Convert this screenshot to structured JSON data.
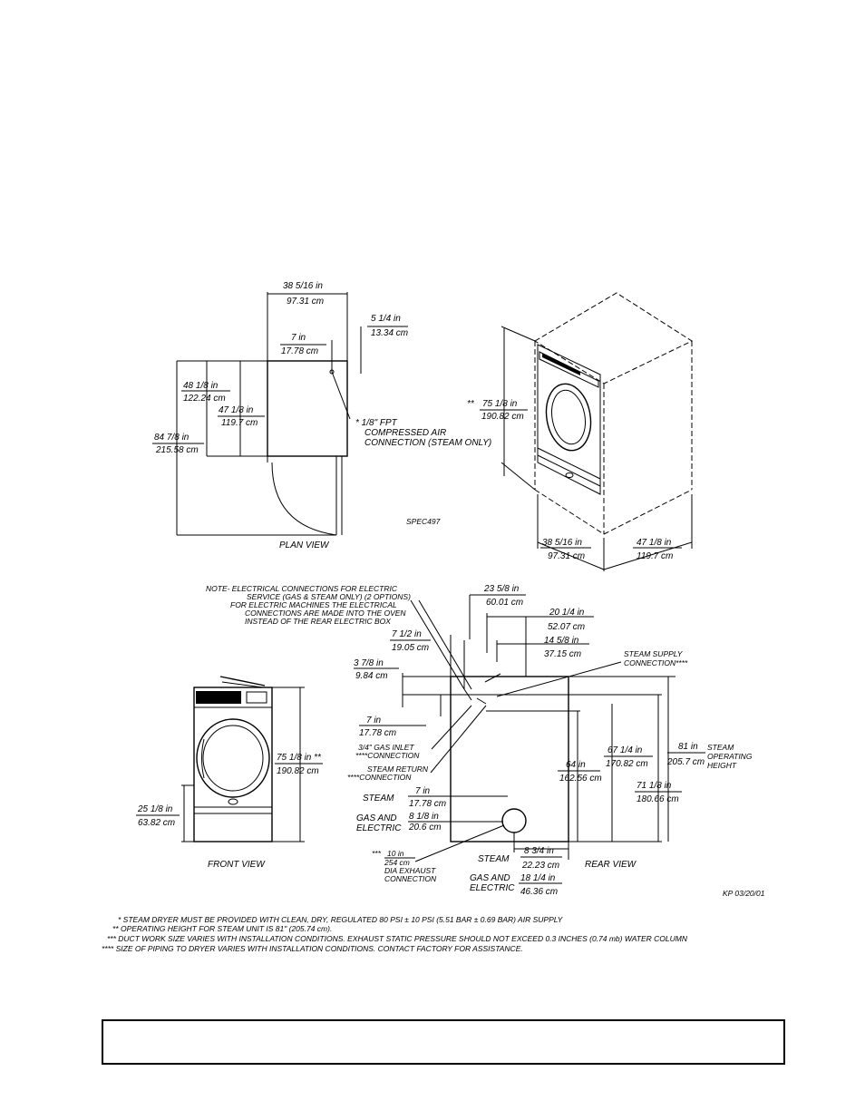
{
  "plan": {
    "width_in": "38 5/16 in",
    "width_cm": "97.31 cm",
    "d1_in": "5 1/4 in",
    "d1_cm": "13.34 cm",
    "d2_in": "7 in",
    "d2_cm": "17.78 cm",
    "depth_in": "48 1/8 in",
    "depth_cm": "122.24 cm",
    "depth2_in": "47 1/8 in",
    "depth2_cm": "119.7 cm",
    "total_in": "84 7/8 in",
    "total_cm": "215.58 cm",
    "air_note_1": "* 1/8\" FPT",
    "air_note_2": "COMPRESSED AIR",
    "air_note_3": "CONNECTION (STEAM ONLY)",
    "spec": "SPEC497",
    "title": "PLAN VIEW"
  },
  "iso": {
    "height_mark": "**",
    "height_in": "75 1/8 in",
    "height_cm": "190.82 cm",
    "width_in": "38 5/16 in",
    "width_cm": "97.31 cm",
    "depth_in": "47 1/8 in",
    "depth_cm": "119.7 cm"
  },
  "front": {
    "height_in": "75 1/8 in **",
    "height_cm": "190.82 cm",
    "door_in": "25 1/8 in",
    "door_cm": "63.82 cm",
    "title": "FRONT VIEW"
  },
  "rear": {
    "note_1": "NOTE- ELECTRICAL CONNECTIONS FOR ELECTRIC",
    "note_2": "SERVICE (GAS & STEAM ONLY) (2 OPTIONS)",
    "note_3": "FOR ELECTRIC MACHINES THE ELECTRICAL",
    "note_4": "CONNECTIONS ARE MADE INTO THE OVEN",
    "note_5": "INSTEAD OF THE REAR ELECTRIC BOX",
    "a_in": "23 5/8 in",
    "a_cm": "60.01 cm",
    "b_in": "20 1/4 in",
    "b_cm": "52.07 cm",
    "c_in": "7 1/2 in",
    "c_cm": "19.05 cm",
    "d_in": "14 5/8 in",
    "d_cm": "37.15 cm",
    "supply_1": "STEAM SUPPLY",
    "supply_2": "CONNECTION",
    "supply_mark": "****",
    "e_in": "3 7/8 in",
    "e_cm": "9.84 cm",
    "f_in": "7 in",
    "f_cm": "17.78 cm",
    "gas_1": "3/4\" GAS INLET",
    "gas_2": "****CONNECTION",
    "ret_1": "STEAM RETURN",
    "ret_2": "****CONNECTION",
    "g_in": "64 in",
    "g_cm": "162.56 cm",
    "h_in": "67 1/4 in",
    "h_cm": "170.82 cm",
    "i_in": "81 in",
    "i_cm": "205.7 cm",
    "op_1": "STEAM",
    "op_2": "OPERATING",
    "op_3": "HEIGHT",
    "j_in": "71 1/8 in",
    "j_cm": "180.66 cm",
    "steam_label": "STEAM",
    "k_in": "7 in",
    "k_cm": "17.78 cm",
    "gas_label_1": "GAS AND",
    "gas_label_2": "ELECTRIC",
    "l_in": "8 1/8 in",
    "l_cm": "20.6 cm",
    "exh_mark": "***",
    "exh_in": "10 in",
    "exh_cm": "254 cm",
    "exh_1": "DIA EXHAUST",
    "exh_2": "CONNECTION",
    "steam2": "STEAM",
    "m_in": "8 3/4 in",
    "m_cm": "22.23 cm",
    "gas2_1": "GAS AND",
    "gas2_2": "ELECTRIC",
    "n_in": "18 1/4 in",
    "n_cm": "46.36 cm",
    "title": "REAR VIEW"
  },
  "stamp": "KP 03/20/01",
  "footnotes": [
    "* STEAM DRYER MUST BE PROVIDED WITH CLEAN, DRY, REGULATED 80 PSI ± 10 PSI (5.51 BAR ± 0.69 BAR) AIR SUPPLY",
    "** OPERATING HEIGHT FOR STEAM UNIT IS 81\" (205.74 cm).",
    "*** DUCT WORK SIZE VARIES WITH INSTALLATION CONDITIONS. EXHAUST STATIC PRESSURE SHOULD NOT EXCEED 0.3 INCHES (0.74 mb) WATER COLUMN",
    "**** SIZE OF PIPING TO DRYER VARIES WITH INSTALLATION CONDITIONS. CONTACT FACTORY FOR ASSISTANCE."
  ]
}
